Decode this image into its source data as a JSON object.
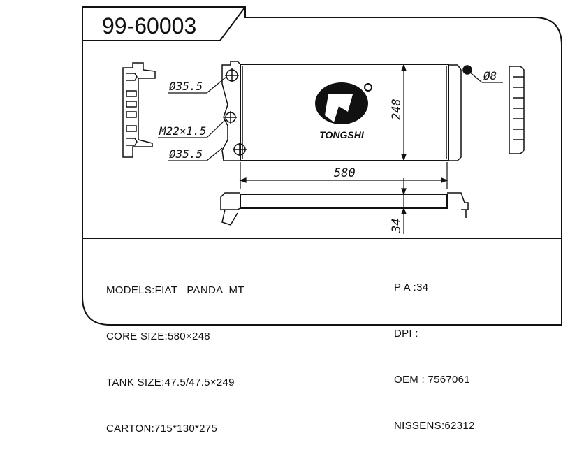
{
  "part_number": "99-60003",
  "drawing": {
    "dim_inlet": "Ø35.5",
    "dim_thread": "M22×1.5",
    "dim_outlet": "Ø35.5",
    "dim_bleed": "Ø8",
    "dim_width": "580",
    "dim_height": "248",
    "dim_thickness": "34",
    "logo_text": "TONGSHI"
  },
  "specs_left": {
    "models": "MODELS:FIAT   PANDA  MT",
    "core_size": "CORE SIZE:580×248",
    "tank_size": "TANK SIZE:47.5/47.5×249",
    "carton": "CARTON:715*130*275"
  },
  "specs_right": {
    "pa": "P A :34",
    "dpi": "DPI :",
    "oem": "OEM : 7567061",
    "nissens": "NISSENS:62312"
  }
}
